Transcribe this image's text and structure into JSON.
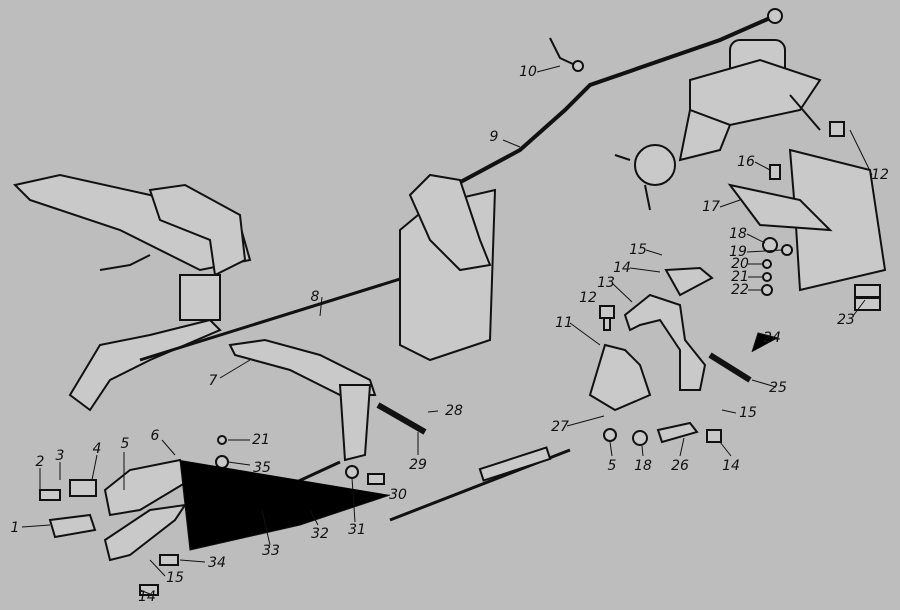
{
  "diagram": {
    "type": "exploded parts drawing",
    "background": "#bdbdbd",
    "line_color": "#111111",
    "labels": [
      "10",
      "9",
      "16",
      "12",
      "17",
      "18",
      "19",
      "15",
      "14",
      "20",
      "21",
      "22",
      "23",
      "12",
      "13",
      "11",
      "24",
      "25",
      "8",
      "7",
      "28",
      "29",
      "27",
      "5",
      "18",
      "26",
      "14",
      "15",
      "21",
      "35",
      "6",
      "5",
      "4",
      "3",
      "2",
      "1",
      "30",
      "31",
      "32",
      "33",
      "34",
      "15",
      "14"
    ]
  }
}
